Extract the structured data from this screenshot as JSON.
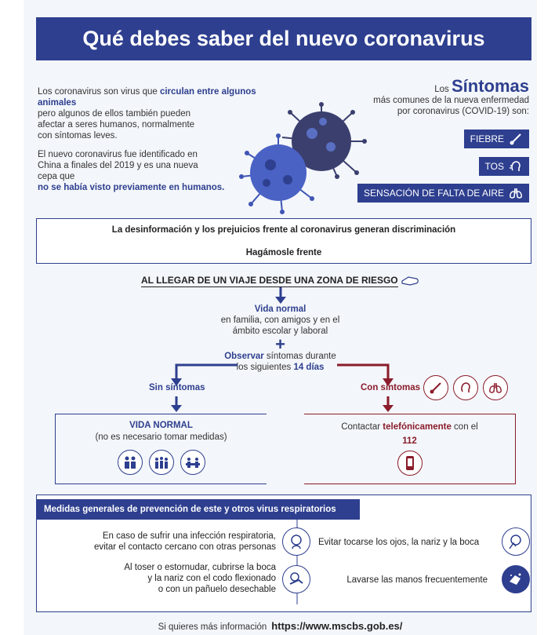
{
  "title": "Qué debes saber del nuevo coronavirus",
  "intro": {
    "p1_a": "Los coronavirus son virus que ",
    "p1_hl": "circulan entre algunos animales",
    "p1_b": "pero algunos de ellos también pueden afectar a seres humanos, normalmente con síntomas leves.",
    "p2_a": "El nuevo coronavirus fue identificado en China a finales del 2019 y es una nueva cepa que",
    "p2_hl": "no se había visto previamente en humanos."
  },
  "symptoms": {
    "pre": "Los ",
    "big": "Síntomas",
    "line1": "más comunes de la nueva enfermedad",
    "line2": "por coronavirus (COVID-19) son:",
    "items": [
      "FIEBRE",
      "TOS",
      "SENSACIÓN DE FALTA DE AIRE"
    ]
  },
  "discrimination": {
    "line1": "La desinformación y los prejuicios frente al coronavirus generan discriminación",
    "line2": "Hagámosle frente"
  },
  "flow": {
    "head_a": "AL LLEGAR DE UN ",
    "head_u": "VIAJE",
    "head_b": " DESDE UNA ZONA DE RIESGO",
    "vida_normal": "Vida normal",
    "vida_desc1": "en familia, con amigos y en el",
    "vida_desc2": "ámbito escolar y laboral",
    "plus": "+",
    "observar": "Observar",
    "observar_rest": " síntomas durante",
    "siguientes": "los siguientes ",
    "dias": "14 días",
    "sin": "Sin síntomas",
    "con": "Con síntomas",
    "vida_normal_caps": "VIDA NORMAL",
    "no_medidas": "(no es necesario tomar medidas)",
    "contactar": "Contactar ",
    "telef": "telefónicamente",
    "con_el": " con el",
    "num": "112"
  },
  "prevention": {
    "head": "Medidas generales de prevención de este y otros virus respiratorios",
    "i1a": "En caso de sufrir una infección respiratoria,",
    "i1b": "evitar el contacto cercano con otras personas",
    "i2": "Evitar tocarse los ojos, la nariz y la boca",
    "i3a": "Al toser o estornudar, cubrirse la boca",
    "i3b": "y la nariz con el codo flexionado",
    "i3c": "o con un pañuelo desechable",
    "i4": "Lavarse las manos frecuentemente"
  },
  "footer": {
    "text": "Si quieres más información",
    "url": "https://www.mscbs.gob.es/"
  },
  "colors": {
    "navy": "#2e3f8f",
    "red": "#8a1c2b",
    "virus_light": "#5a6fc2",
    "virus_dark": "#3a3f6e"
  }
}
